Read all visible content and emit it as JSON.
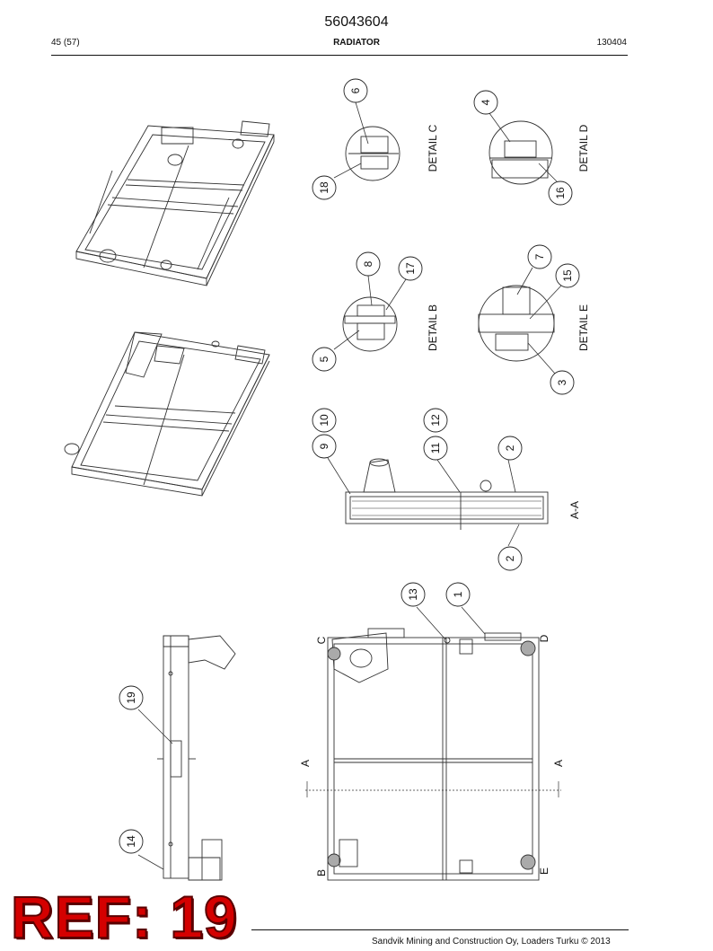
{
  "header": {
    "doc_number": "56043604",
    "page": "45 (57)",
    "title": "RADIATOR",
    "date_code": "130404"
  },
  "callouts": {
    "c1": "1",
    "c2": "2",
    "c3": "3",
    "c4": "4",
    "c5": "5",
    "c6": "6",
    "c7": "7",
    "c8": "8",
    "c9": "9",
    "c10": "10",
    "c11": "11",
    "c12": "12",
    "c13": "13",
    "c14": "14",
    "c15": "15",
    "c16": "16",
    "c17": "17",
    "c18": "18",
    "c19": "19"
  },
  "labels": {
    "detail_b": "DETAIL B",
    "detail_c": "DETAIL C",
    "detail_d": "DETAIL D",
    "detail_e": "DETAIL E",
    "section_aa": "A-A",
    "letter_a": "A",
    "letter_b": "B",
    "letter_c": "C",
    "letter_d": "D",
    "letter_e": "E"
  },
  "stamp": {
    "ref": "REF: 19"
  },
  "footer": {
    "copyright": "Sandvik Mining and Construction Oy, Loaders Turku © 2013"
  }
}
